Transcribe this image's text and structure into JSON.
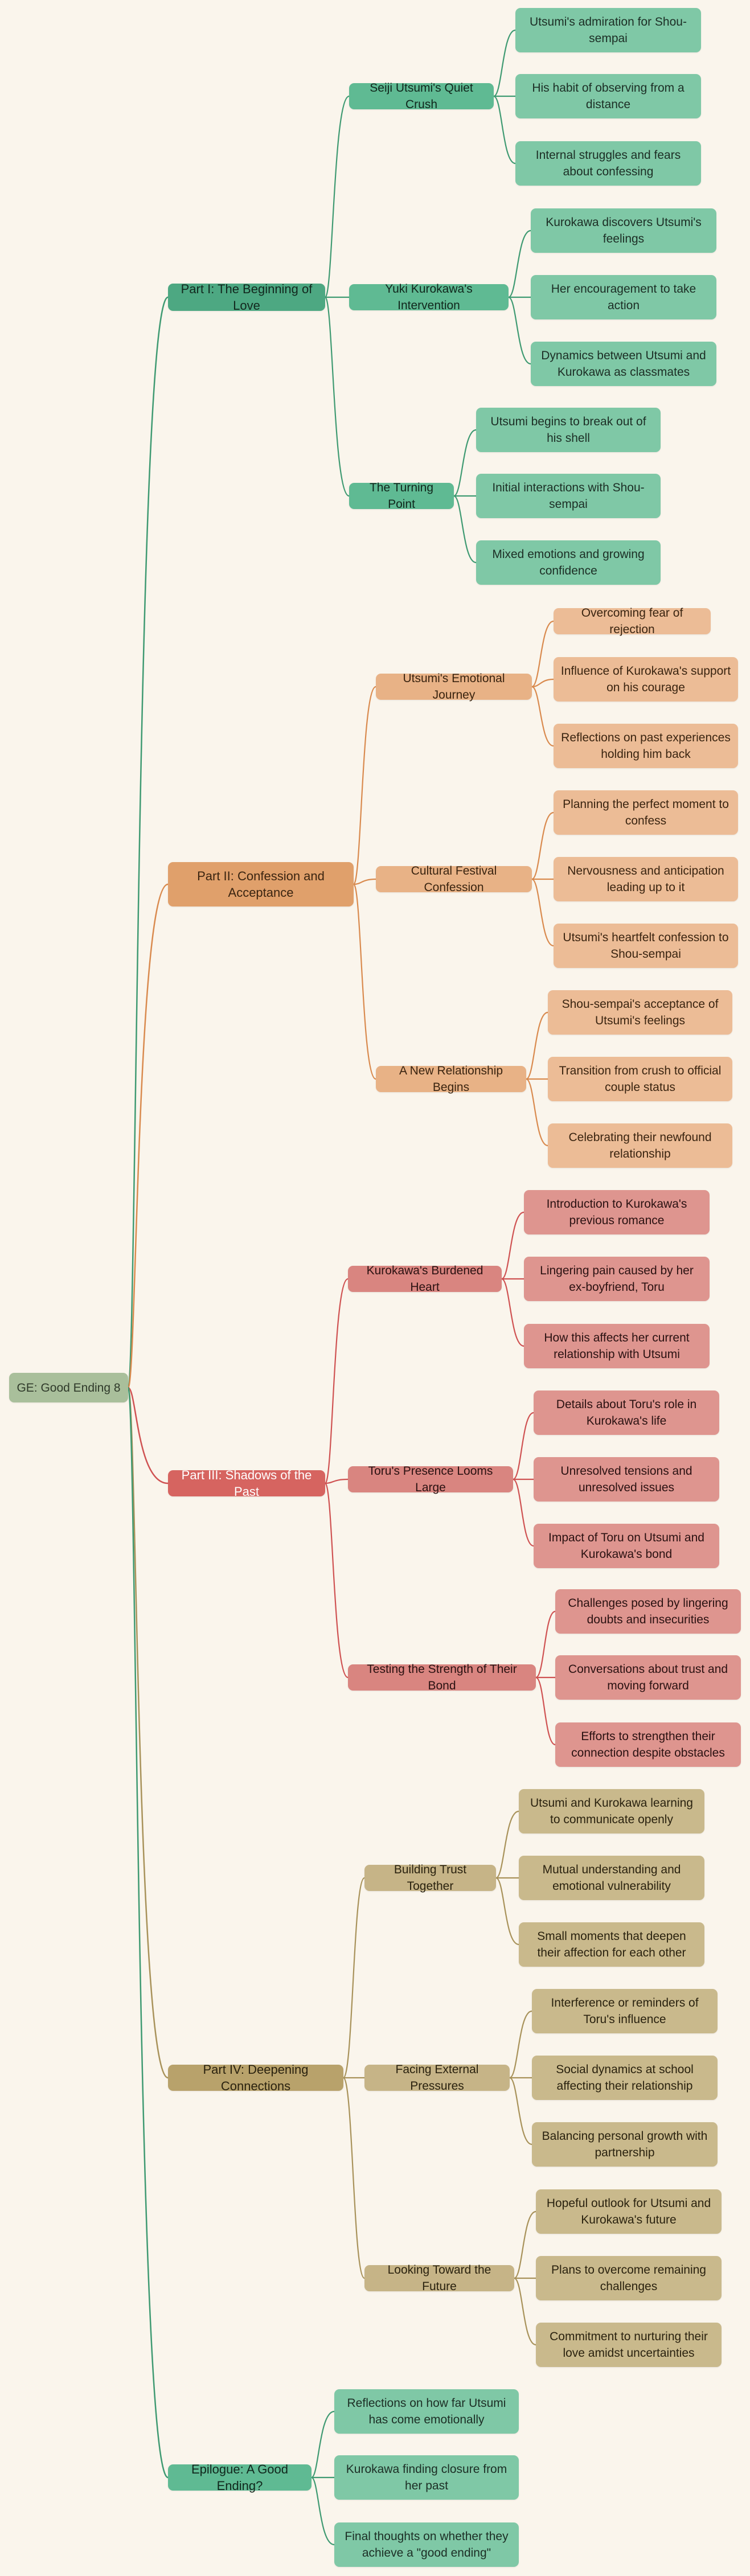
{
  "root": "GE: Good Ending 8",
  "parts": [
    {
      "label": "Part I: The Beginning of Love",
      "color": "#3f9a72",
      "sections": [
        {
          "label": "Seiji Utsumi's Quiet Crush",
          "items": [
            "Utsumi's admiration for Shou-sempai",
            "His habit of observing from a distance",
            "Internal struggles and fears about confessing"
          ]
        },
        {
          "label": "Yuki Kurokawa's Intervention",
          "items": [
            "Kurokawa discovers Utsumi's feelings",
            "Her encouragement to take action",
            "Dynamics between Utsumi and Kurokawa as classmates"
          ]
        },
        {
          "label": "The Turning Point",
          "items": [
            "Utsumi begins to break out of his shell",
            "Initial interactions with Shou-sempai",
            "Mixed emotions and growing confidence"
          ]
        }
      ]
    },
    {
      "label": "Part II: Confession and Acceptance",
      "color": "#d98a4e",
      "sections": [
        {
          "label": "Utsumi's Emotional Journey",
          "items": [
            "Overcoming fear of rejection",
            "Influence of Kurokawa's support on his courage",
            "Reflections on past experiences holding him back"
          ]
        },
        {
          "label": "Cultural Festival Confession",
          "items": [
            "Planning the perfect moment to confess",
            "Nervousness and anticipation leading up to it",
            "Utsumi's heartfelt confession to Shou-sempai"
          ]
        },
        {
          "label": "A New Relationship Begins",
          "items": [
            "Shou-sempai's acceptance of Utsumi's feelings",
            "Transition from crush to official couple status",
            "Celebrating their newfound relationship"
          ]
        }
      ]
    },
    {
      "label": "Part III: Shadows of the Past",
      "color": "#cf5252",
      "sections": [
        {
          "label": "Kurokawa's Burdened Heart",
          "items": [
            "Introduction to Kurokawa's previous romance",
            "Lingering pain caused by her ex-boyfriend, Toru",
            "How this affects her current relationship with Utsumi"
          ]
        },
        {
          "label": "Toru's Presence Looms Large",
          "items": [
            "Details about Toru's role in Kurokawa's life",
            "Unresolved tensions and unresolved issues",
            "Impact of Toru on Utsumi and Kurokawa's bond"
          ]
        },
        {
          "label": "Testing the Strength of Their Bond",
          "items": [
            "Challenges posed by lingering doubts and insecurities",
            "Conversations about trust and moving forward",
            "Efforts to strengthen their connection despite obstacles"
          ]
        }
      ]
    },
    {
      "label": "Part IV: Deepening Connections",
      "color": "#a8925a",
      "sections": [
        {
          "label": "Building Trust Together",
          "items": [
            "Utsumi and Kurokawa learning to communicate openly",
            "Mutual understanding and emotional vulnerability",
            "Small moments that deepen their affection for each other"
          ]
        },
        {
          "label": "Facing External Pressures",
          "items": [
            "Interference or reminders of Toru's influence",
            "Social dynamics at school affecting their relationship",
            "Balancing personal growth with partnership"
          ]
        },
        {
          "label": "Looking Toward the Future",
          "items": [
            "Hopeful outlook for Utsumi and Kurokawa's future",
            "Plans to overcome remaining challenges",
            "Commitment to nurturing their love amidst uncertainties"
          ]
        }
      ]
    },
    {
      "label": "Epilogue: A Good Ending?",
      "color": "#3f9a72",
      "items": [
        "Reflections on how far Utsumi has come emotionally",
        "Kurokawa finding closure from her past",
        "Final thoughts on whether they achieve a \"good ending\""
      ]
    }
  ]
}
